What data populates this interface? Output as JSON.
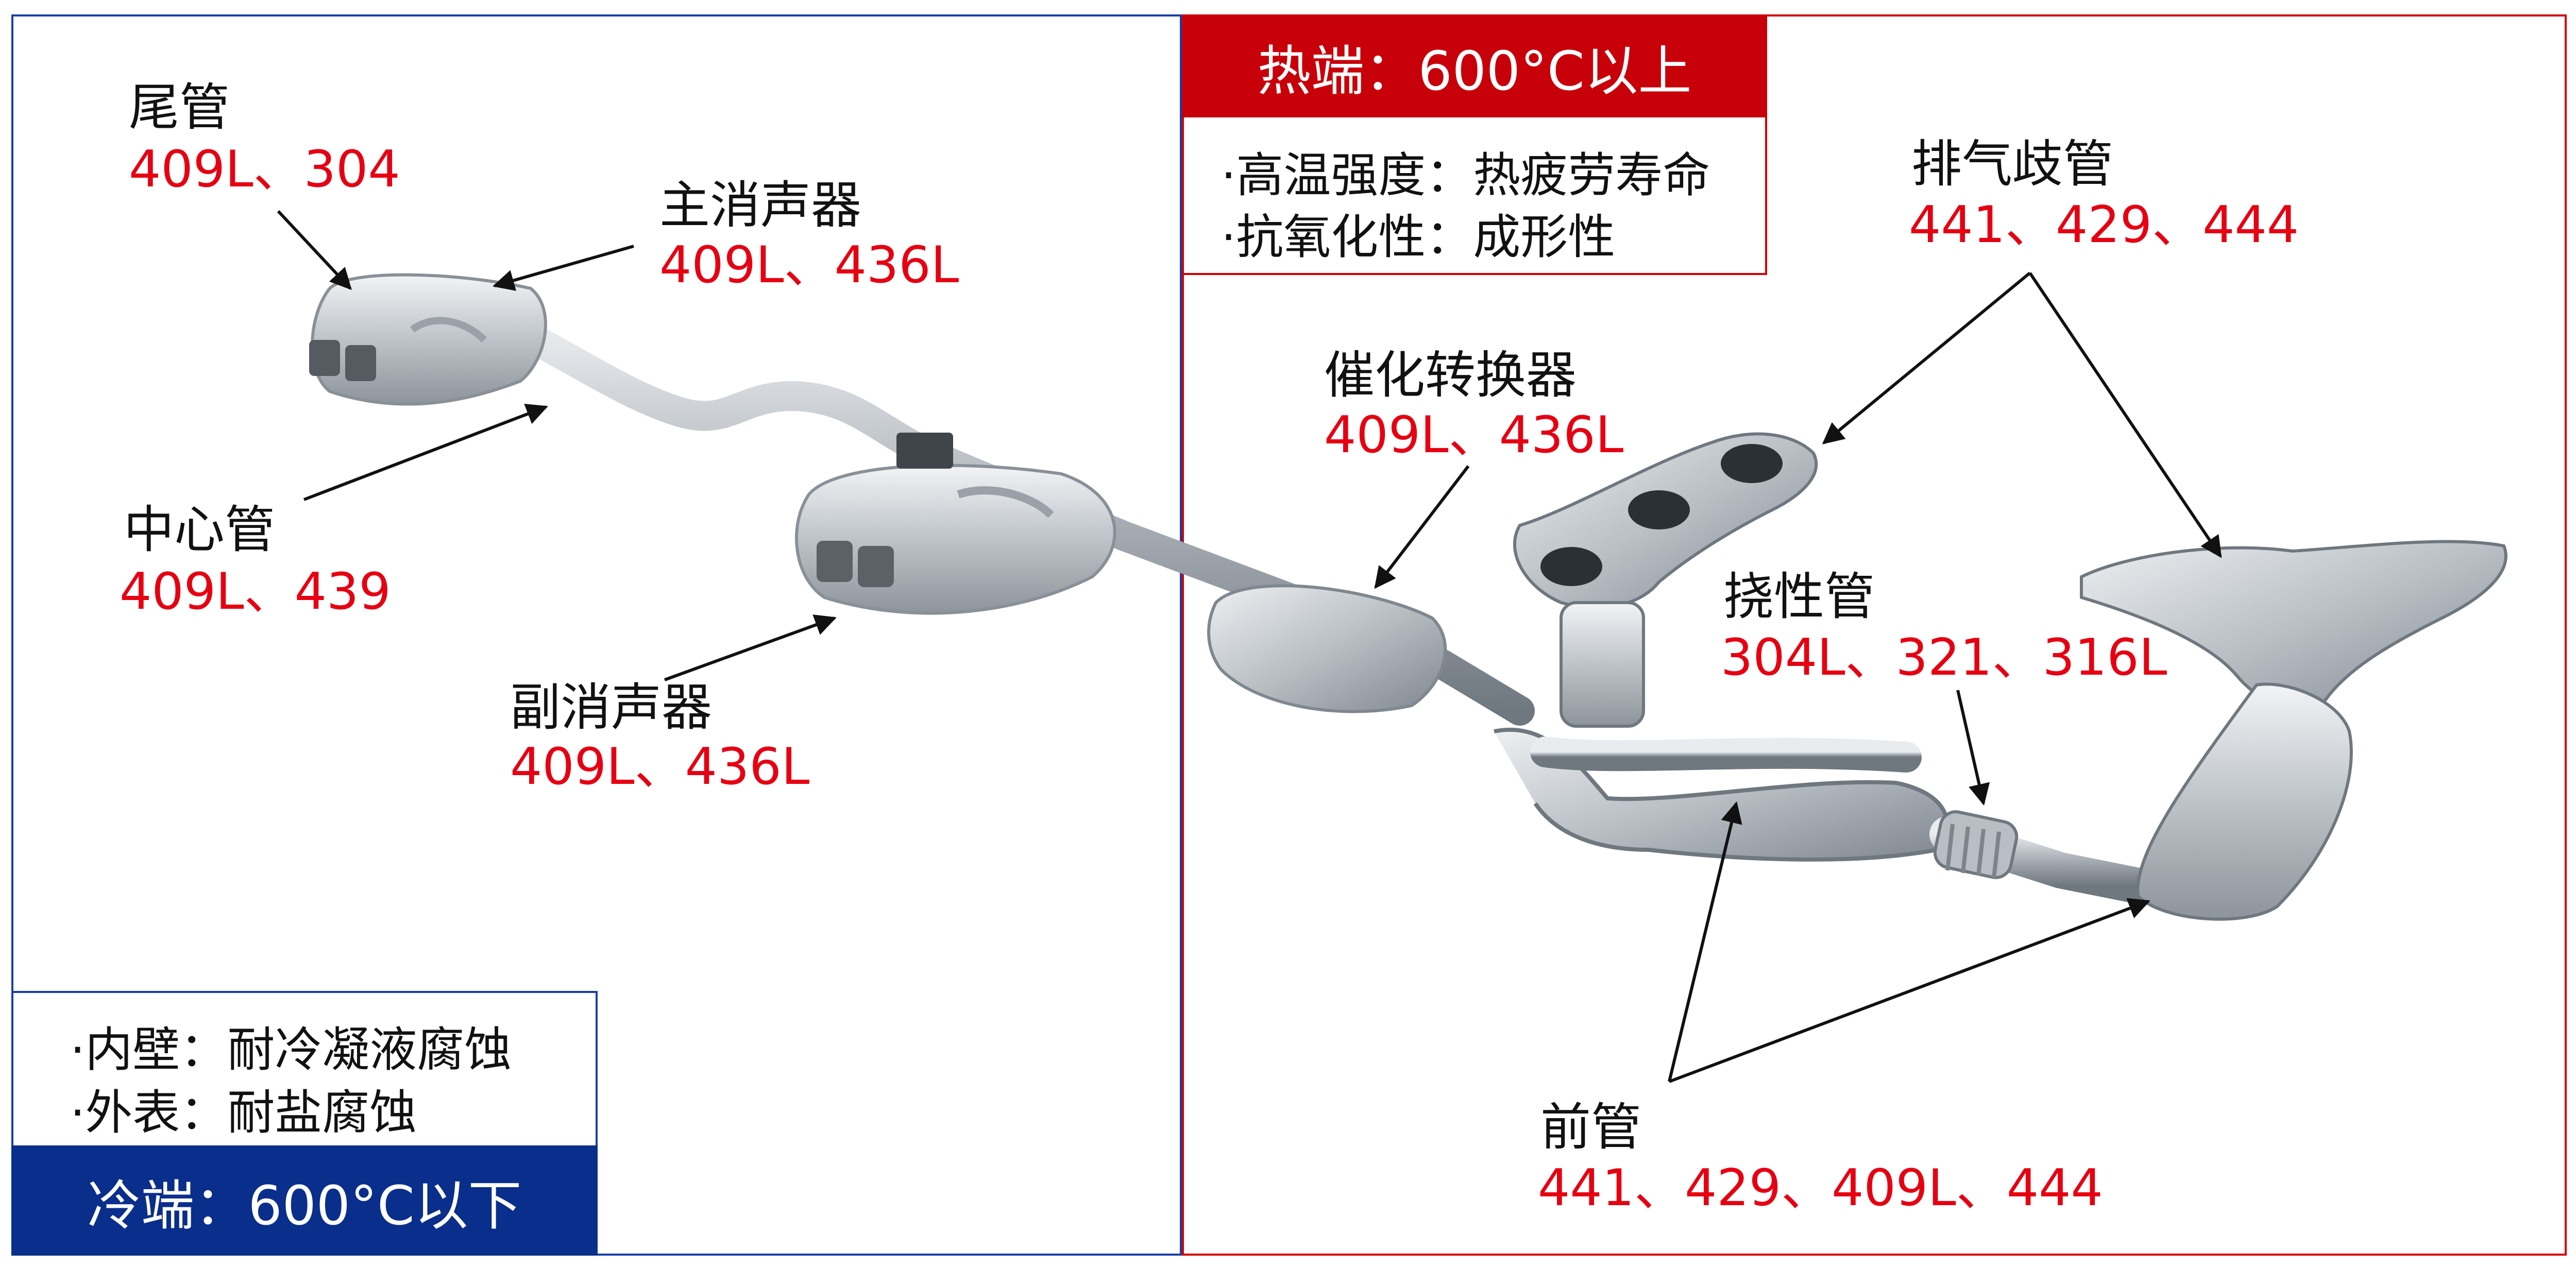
{
  "hot_end": {
    "title": "热端：600°C以上",
    "properties": [
      "·高温强度：热疲劳寿命",
      "·抗氧化性：成形性"
    ]
  },
  "cold_end": {
    "title": "冷端：600°C以下",
    "properties": [
      "·内壁：耐冷凝液腐蚀",
      "·外表：耐盐腐蚀"
    ]
  },
  "components": [
    {
      "name": "尾管",
      "grades": "409L、304"
    },
    {
      "name": "主消声器",
      "grades": "409L、436L"
    },
    {
      "name": "中心管",
      "grades": "409L、439"
    },
    {
      "name": "副消声器",
      "grades": "409L、436L"
    },
    {
      "name": "催化转换器",
      "grades": "409L、436L"
    },
    {
      "name": "排气歧管",
      "grades": "441、429、444"
    },
    {
      "name": "挠性管",
      "grades": "304L、321、316L"
    },
    {
      "name": "前管",
      "grades": "441、429、409L、444"
    }
  ],
  "colors": {
    "hot_accent": "#c8000a",
    "cold_accent": "#0a2e8c",
    "grade_text": "#e60012"
  }
}
